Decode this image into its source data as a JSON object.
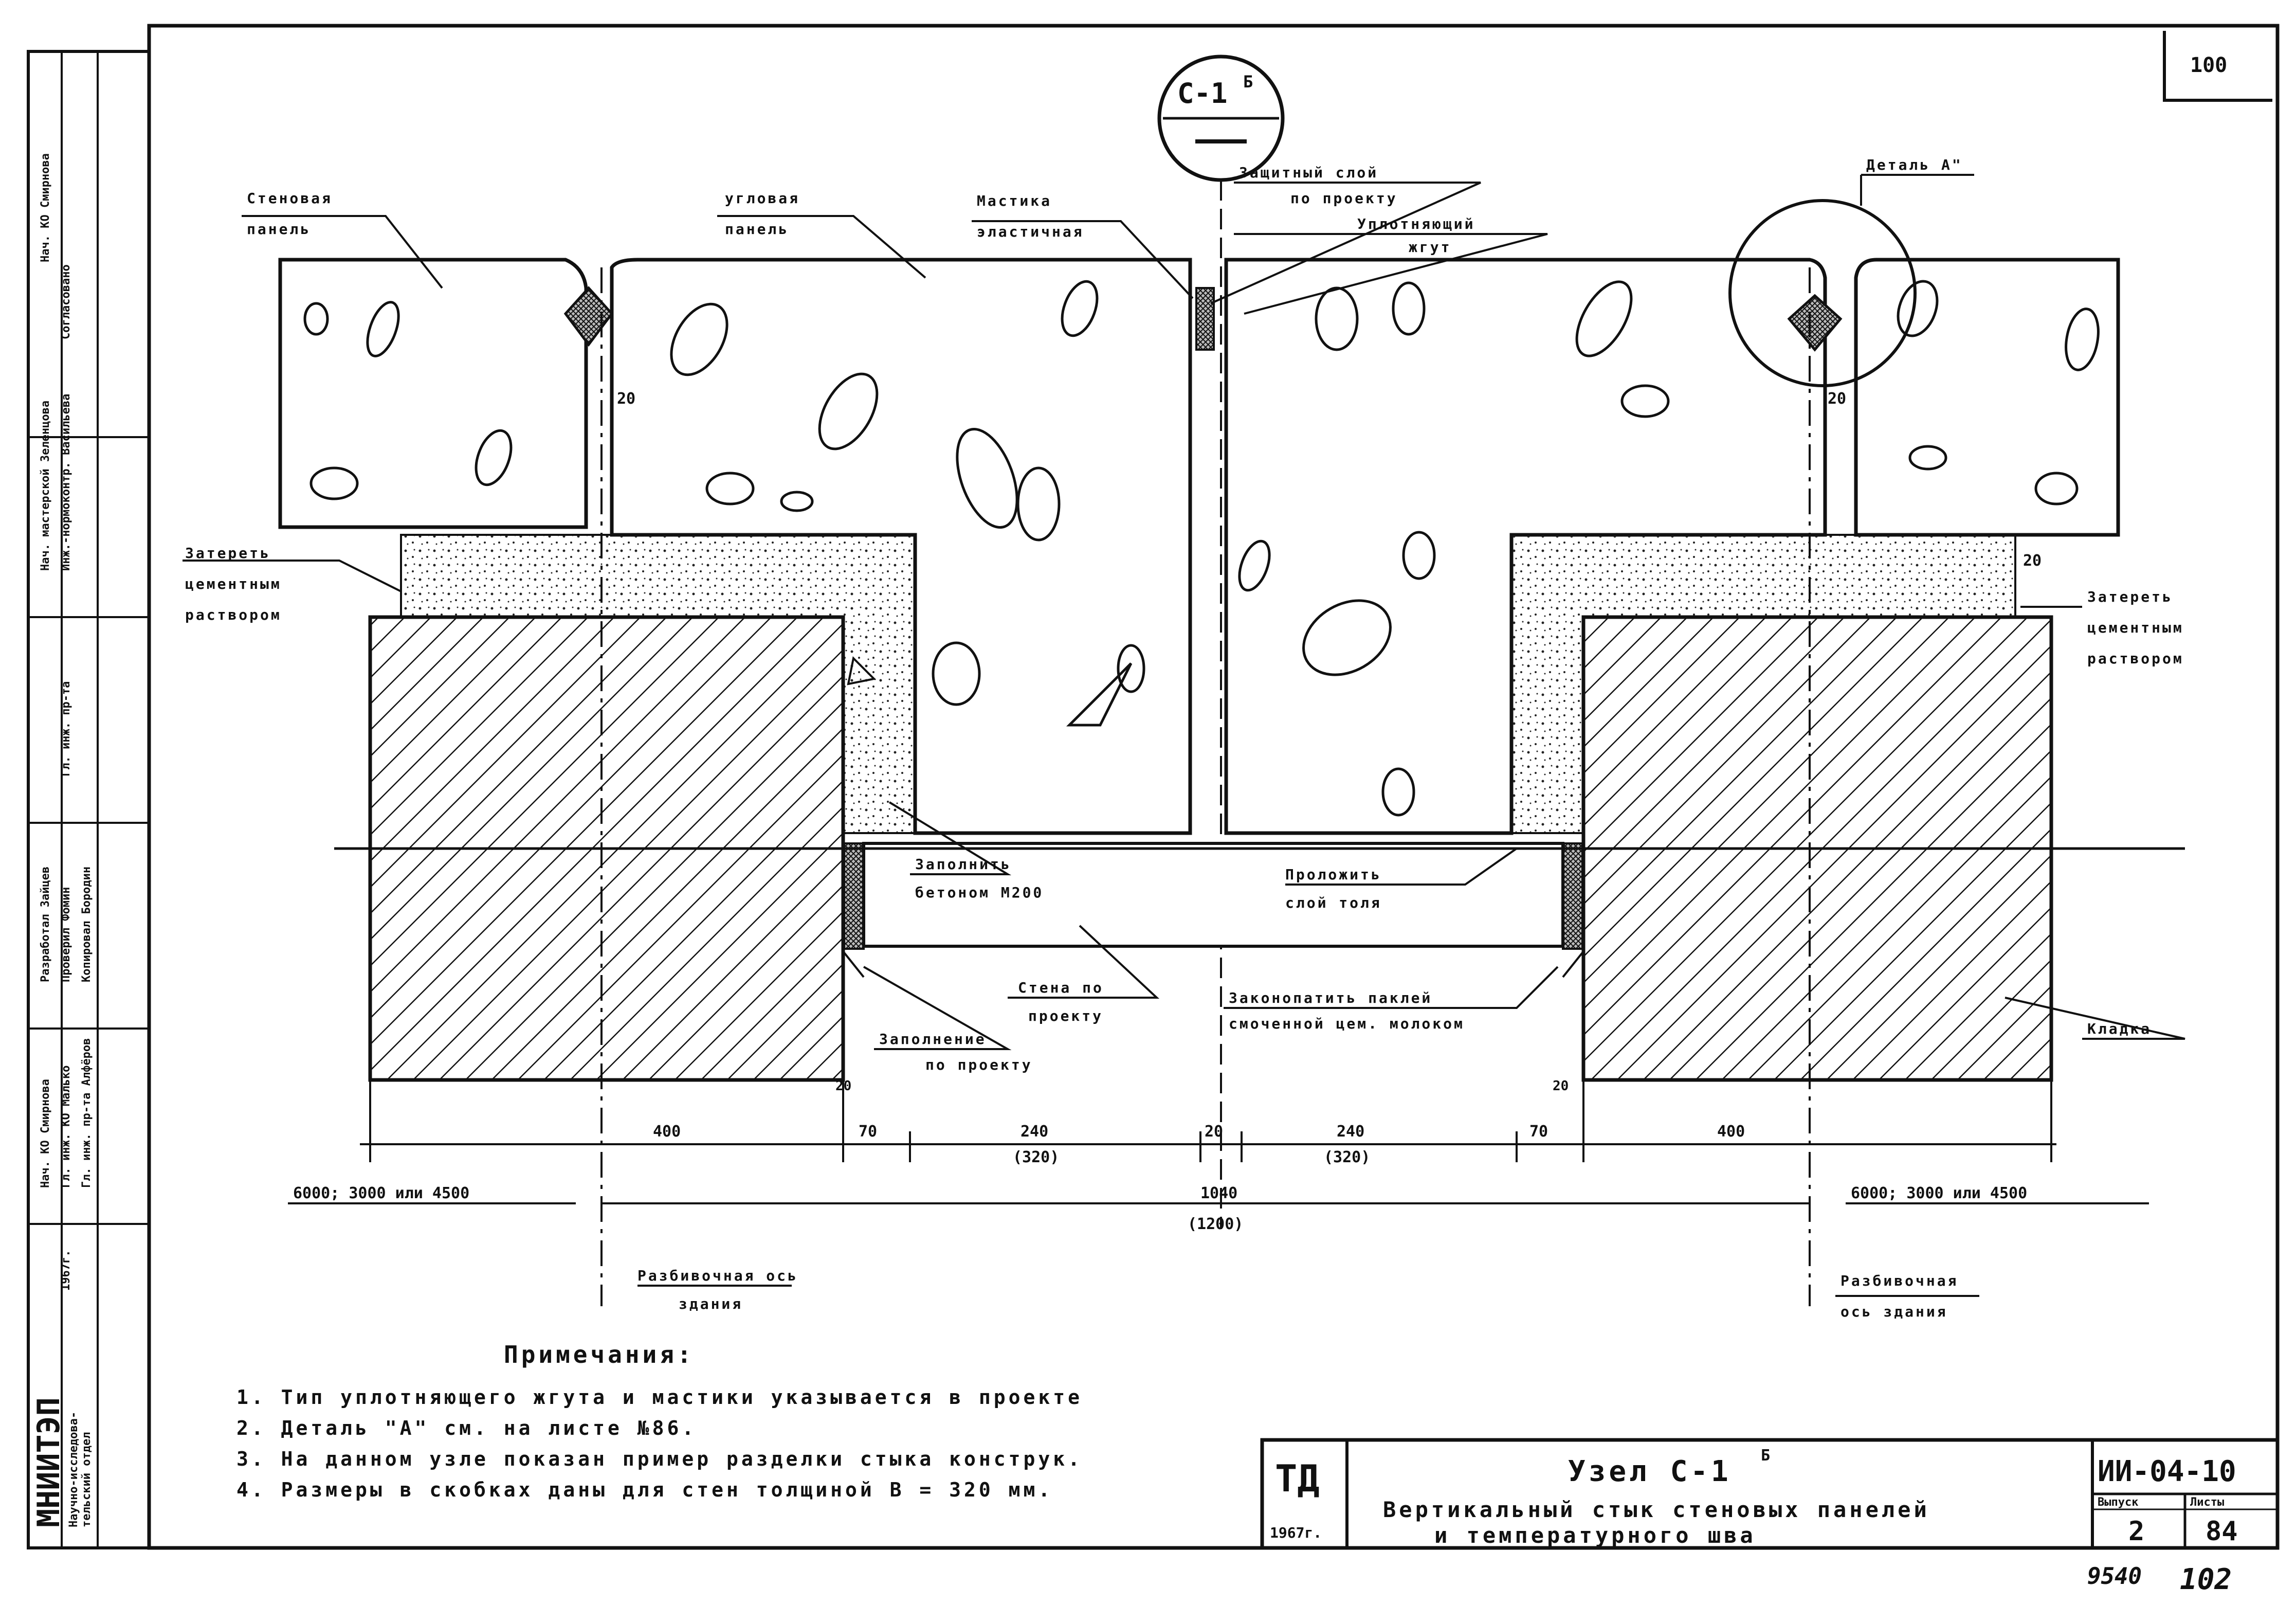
{
  "sheet_number": "100",
  "node_tag": "С-1",
  "node_tag_sup": "Б",
  "labels": {
    "wall_panel_1": "Стеновая",
    "wall_panel_2": "панель",
    "corner_panel_1": "угловая",
    "corner_panel_2": "панель",
    "mastic_1": "Мастика",
    "mastic_2": "эластичная",
    "protective_1": "Защитный слой",
    "protective_2": "по проекту",
    "sealing_1": "Уплотняющий",
    "sealing_2": "жгут",
    "detail": "Деталь А\"",
    "rub_left_1": "Затереть",
    "rub_left_2": "цементным",
    "rub_left_3": "раствором",
    "rub_right_1": "Затереть",
    "rub_right_2": "цементным",
    "rub_right_3": "раствором",
    "fill_concrete_1": "Заполнить",
    "fill_concrete_2": "бетоном  М200",
    "lay_tol_1": "Проложить",
    "lay_tol_2": "слой толя",
    "wall_proj_1": "Стена по",
    "wall_proj_2": "проекту",
    "caulk_1": "Законопатить паклей",
    "caulk_2": "смоченной цем. молоком",
    "fill_proj_1": "Заполнение",
    "fill_proj_2": "по проекту",
    "masonry": "Кладка",
    "axis_left_1": "Разбивочная ось",
    "axis_left_2": "здания",
    "axis_right_1": "Разбивочная",
    "axis_right_2": "ось здания",
    "gap_20": "20",
    "gap_20_b": "20"
  },
  "dimensions": {
    "d400_left": "400",
    "d70_left": "70",
    "d240_left": "240",
    "d240_left_alt": "(320)",
    "d20_mid": "20",
    "d240_right": "240",
    "d240_right_alt": "(320)",
    "d70_right": "70",
    "d400_right": "400",
    "total": "1040",
    "total_alt": "(1200)",
    "span_left": "6000; 3000 или 4500",
    "span_right": "6000; 3000 или 4500",
    "small_20_left": "20",
    "small_20_right": "20"
  },
  "notes": {
    "title": "Примечания:",
    "items": [
      "1. Тип уплотняющего жгута и мастики указывается в проекте",
      "2. Деталь \"А\" см. на листе №86.",
      "3. На данном узле показан пример разделки стыка конструк.",
      "4. Размеры в скобках даны для стен толщиной   В = 320 мм."
    ]
  },
  "title_block": {
    "td": "ТД",
    "year": "1967г.",
    "title_1": "Узел С-1",
    "title_sup": "Б",
    "title_2": "Вертикальный стык стеновых панелей",
    "title_3": "и температурного шва",
    "code": "ИИ-04-10",
    "issue_label": "Выпуск",
    "issue_value": "2",
    "sheet_label": "Листы",
    "sheet_value": "84"
  },
  "stamp": {
    "org": "МНИИТЭП",
    "dept_1": "Научно-исследова-",
    "dept_2": "тельский отдел",
    "rows": [
      "Нач. КО  Смирнова",
      "Гл. инж. КО  Малько",
      "Гл. инж. пр-та  Алфёров",
      "Согласовано",
      "Нач. мастерской  Зеленцова",
      "Инж.-нормоконтр.  Васильева",
      "Гл. инж. пр-та",
      "Разработал  Зайцев",
      "Проверил  Фомин",
      "Копировал  Бородин"
    ],
    "misc": "1967г."
  },
  "footer": {
    "left_num": "9540",
    "right_num": "102"
  }
}
